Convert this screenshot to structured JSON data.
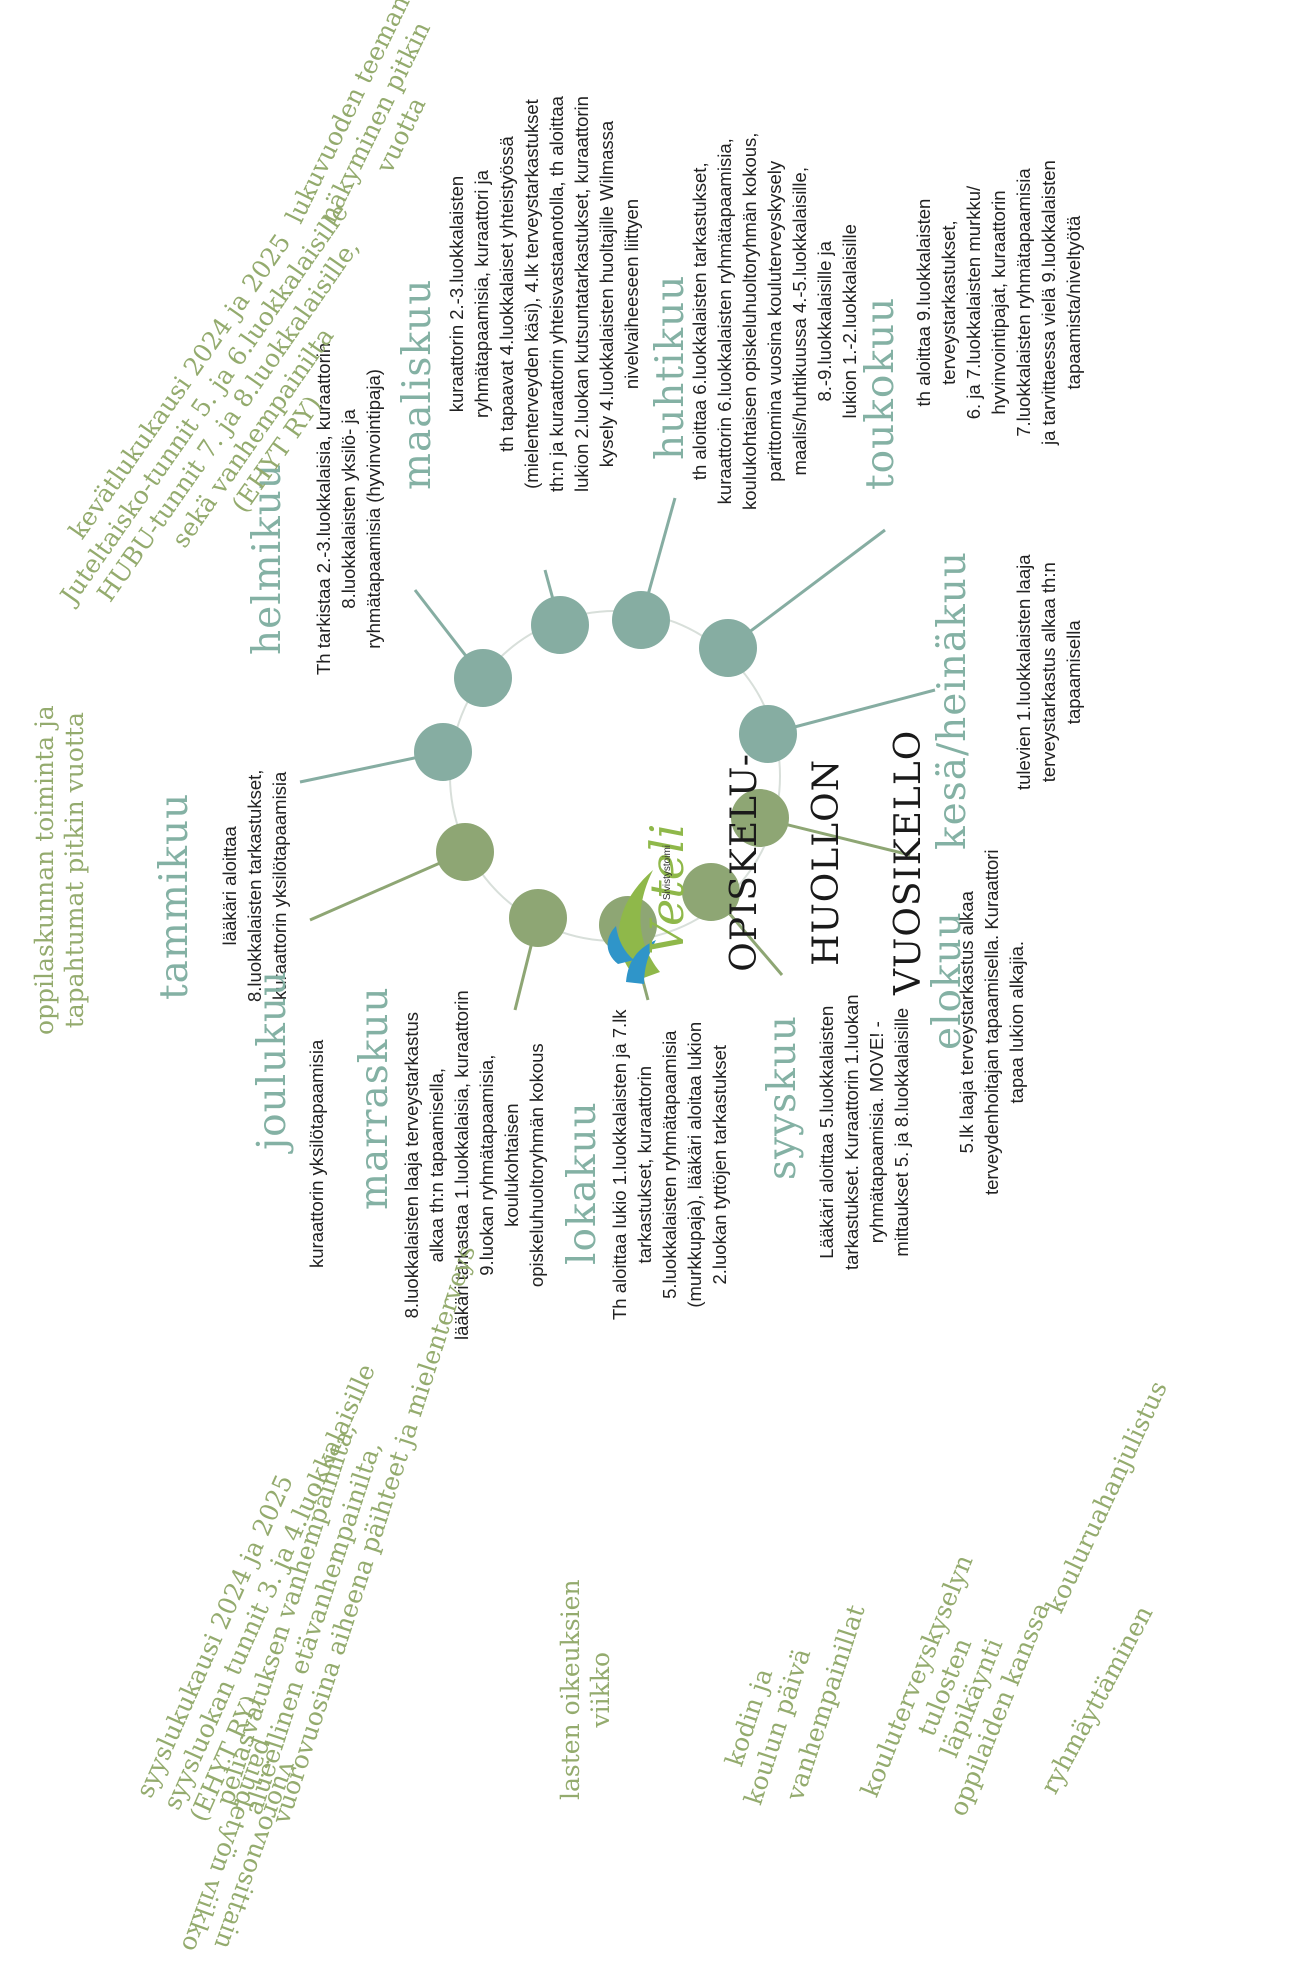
{
  "colors": {
    "teal": "#84b1a4",
    "green": "#94ab6e",
    "dot_teal": "#86ada2",
    "dot_green": "#8ea674",
    "ring": "#d8dfda"
  },
  "title": {
    "line1": "OPISKELU-",
    "line2": "HUOLLON",
    "line3": "VUOSIKELLO"
  },
  "logo": {
    "word": "Veteli",
    "sub": "Sivistystoimi"
  },
  "months": {
    "tammikuu": {
      "name": "tammikuu",
      "text": "lääkäri aloittaa\n8.luokkalaisten tarkastukset,\nkuraattorin yksilötapaamisia"
    },
    "helmikuu": {
      "name": "helmikuu",
      "text": "Th tarkistaa 2.-3.luokkalaisia, kuraattorin\n8.luokkalaisten yksilö- ja\nryhmätapaamisia (hyvinvointipaja)"
    },
    "maaliskuu": {
      "name": "maaliskuu",
      "text": "kuraattorin 2.-3.luokkalaisten\nryhmätapaamisia, kuraattori ja\nth tapaavat 4.luokkalaiset yhteistyössä\n(mielenterveyden käsi), 4.lk terveystarkastukset\nth:n ja kuraattorin yhteisvastaanotolla, th aloittaa\nlukion 2.luokan kutsuntatarkastukset, kuraattorin\nkysely 4.luokkalaisten huoltajille Wilmassa\nnivelvaiheeseen liittyen"
    },
    "huhtikuu": {
      "name": "huhtikuu",
      "text": "th aloittaa 6.luokkalaisten tarkastukset,\nkuraattorin 6.luokkalaisten ryhmätapaamisia,\nkoulukohtaisen opiskeluhuoltoryhmän kokous,\nparittomina vuosina kouluterveyskysely\nmaalis/huhtikuussa 4.-5.luokkalaisille,\n8.-9.luokkalaisille ja\nlukion 1.-2.luokkalaisille"
    },
    "toukokuu": {
      "name": "toukokuu",
      "text": "th aloittaa 9.luokkalaisten\nterveystarkastukset,\n6. ja 7.luokkalaisten murkku/\nhyvinvointipajat, kuraattorin\n7.luokkalaisten ryhmätapaamisia\nja tarvittaessa vielä 9.luokkalaisten\ntapaamista/niveltyötä"
    },
    "kesaheinakuu": {
      "name": "kesä/heinäkuu",
      "text": "tulevien 1.luokkalaisten laaja\nterveystarkastus alkaa th:n\ntapaamisella"
    },
    "elokuu": {
      "name": "elokuu",
      "text": "5.lk laaja terveystarkastus alkaa\nterveydenhoitajan tapaamisella. Kuraattori\ntapaa lukion alkajia."
    },
    "syyskuu": {
      "name": "syyskuu",
      "text": "Lääkäri aloittaa 5.luokkalaisten\ntarkastukset. Kuraattorin 1.luokan\nryhmätapaamisia. MOVE! -\nmittaukset 5. ja 8.luokkalaisille"
    },
    "lokakuu": {
      "name": "lokakuu",
      "text": "Th aloittaa lukio 1.luokkalaisten ja 7.lk\ntarkastukset, kuraattorin\n5.luokkalaisten ryhmätapaamisia\n(murkkupaja), lääkäri aloitaa lukion\n2.luokan tyttöjen tarkastukset"
    },
    "marraskuu": {
      "name": "marraskuu",
      "text": "8.luokkalaisten laaja terveystarkastus\nalkaa th:n tapaamisella,\nlääkäri tarkastaa 1.luokkalaisia, kuraattorin\n9.luokan ryhmätapaamisia,\nkoulukohtaisen\nopiskeluhuoltoryhmän kokous"
    },
    "joulukuu": {
      "name": "joulukuu",
      "text": "kuraattorin yksilötapaamisia"
    }
  },
  "notes": {
    "spring_term": "kevätlukukausi 2024 ja 2025\nJuteltaisko-tunnit 5. ja 6.luokkalaisille\nHUBU-tunnit 7. ja 8.luokkalaisille,\nsekä vanhempainilta\n(EHYT RY)",
    "year_theme": "lukuvuoden teeman\nnäkyminen pitkin\nvuotta",
    "student_council": "oppilaskunnan toiminta ja\ntapahtumat pitkin vuotta",
    "autumn_term": "syyslukukausi 2024 ja 2025\nsyysluokan tunnit 3. ja 4.luokkalaisille\n(EHYT RY)",
    "parents_evening": "peliasvatuksen vanhempainilta,\nalueellinen etävanhempainilta,\nvuorovuosina aiheena päihteet ja mielenterveys",
    "substance_week": "vuorovuosittain\npäihdetyön viikko",
    "childrens_rights": "lasten oikeuksien\nviikko",
    "home_school_day": "kodin ja\nkoulun päivä",
    "parents_evenings": "vanhempainillat",
    "survey_review": "kouluterveyskyselyn\ntulosten\nläpikäynti\noppilaiden kanssa",
    "grouping": "ryhmäyttäminen",
    "school_party": "kouluruahanjulistus"
  }
}
